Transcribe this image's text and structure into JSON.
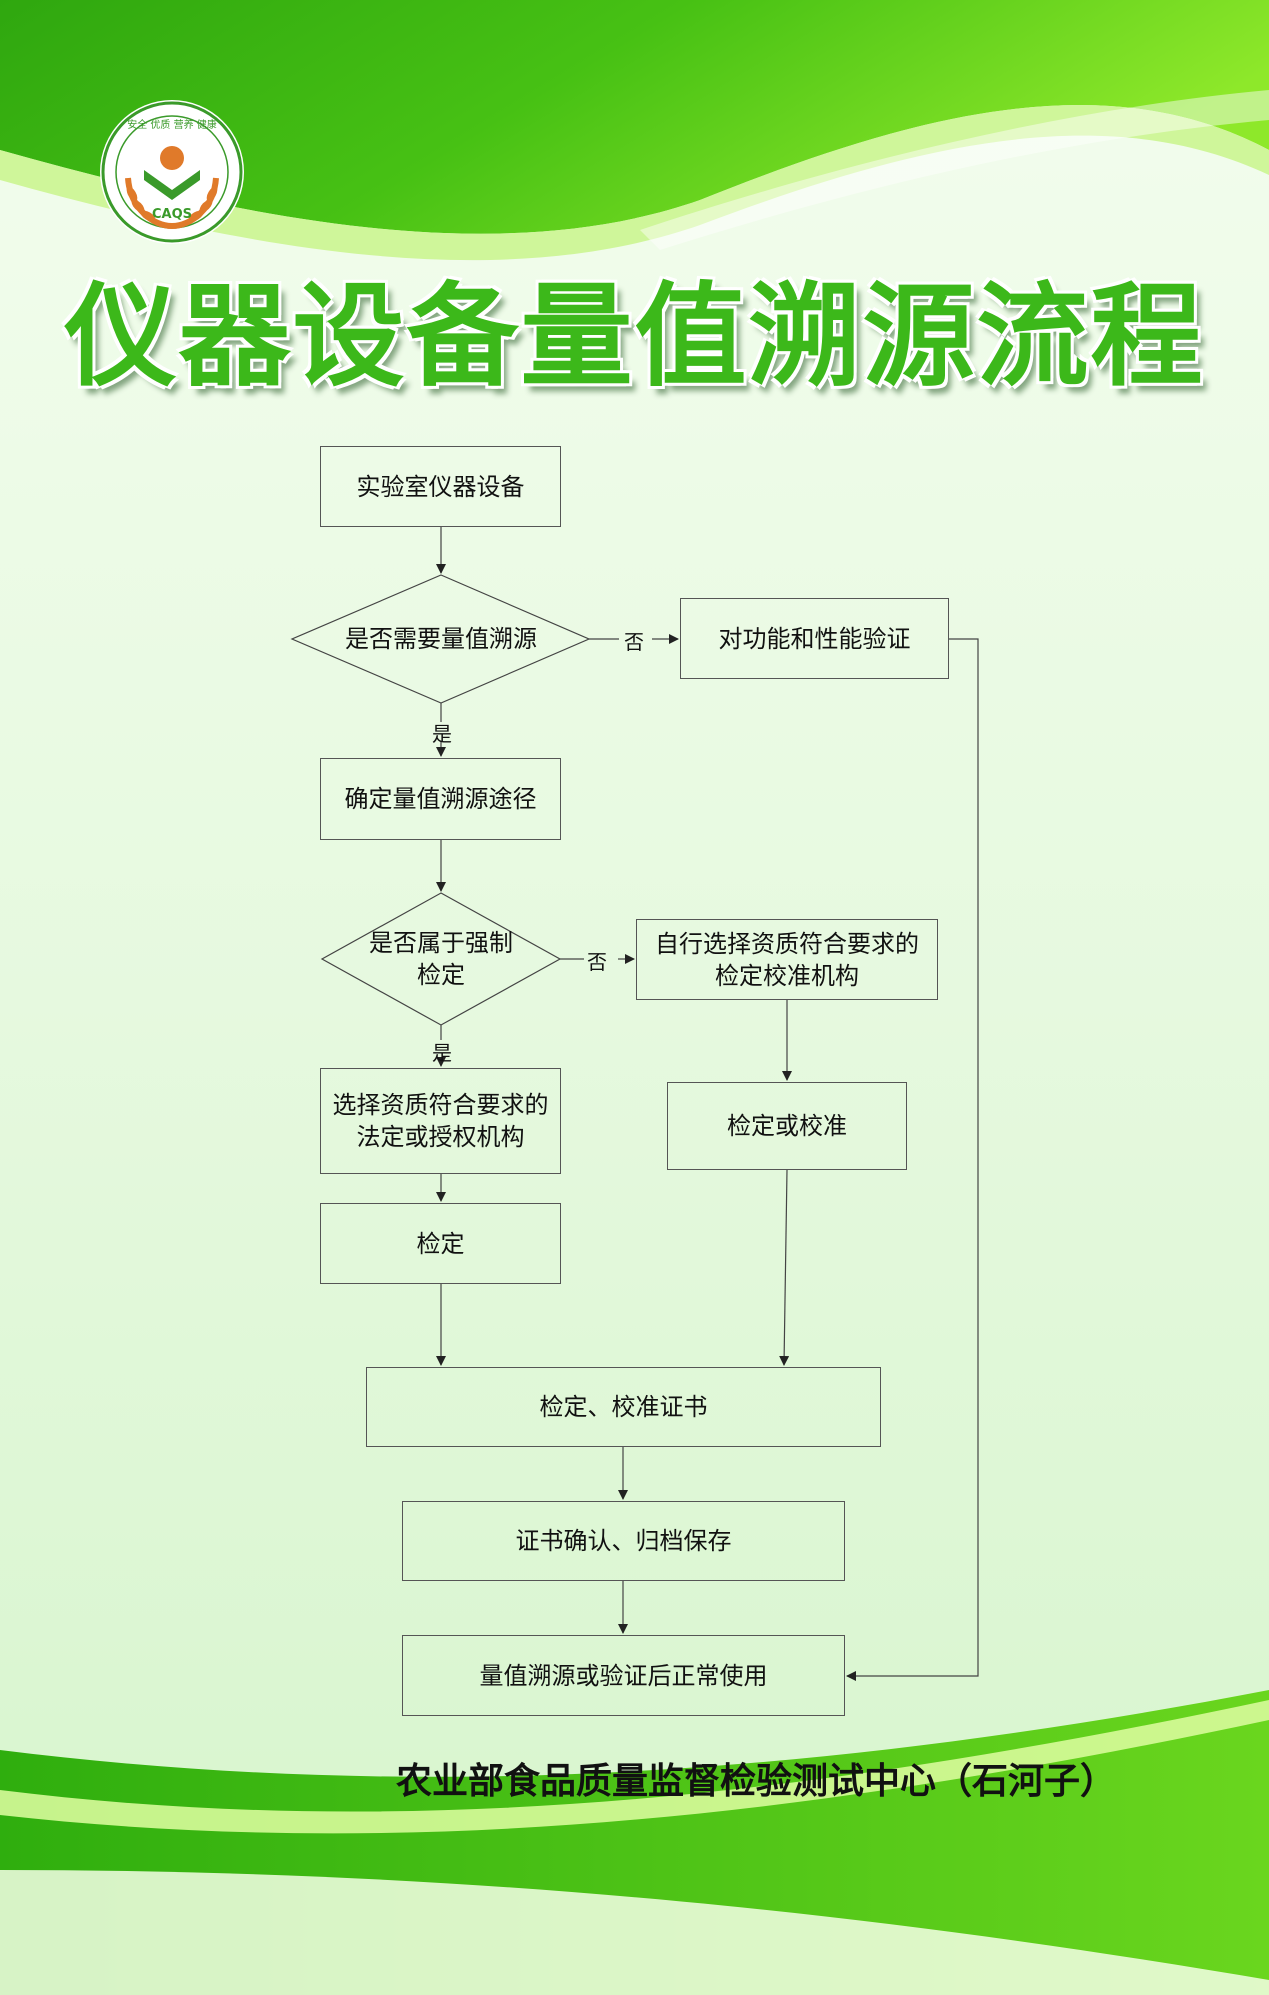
{
  "title": "仪器设备量值溯源流程",
  "logo": {
    "ring_text": "安全 优质 营养 健康",
    "abbr": "CAQS"
  },
  "nodes": {
    "n1": "实验室仪器设备",
    "d1": "是否需要量值溯源",
    "n2": "对功能和性能验证",
    "n3": "确定量值溯源途径",
    "d2": "是否属于强制检定",
    "n4": "自行选择资质符合要求的检定校准机构",
    "n5": "选择资质符合要求的法定或授权机构",
    "n6": "检定或校准",
    "n7": "检定",
    "n8": "检定、校准证书",
    "n9": "证书确认、归档保存",
    "n10": "量值溯源或验证后正常使用"
  },
  "edge_labels": {
    "no1": "否",
    "yes1": "是",
    "no2": "否",
    "yes2": "是"
  },
  "footer": "农业部食品质量监督检验测试中心（石河子）",
  "colors": {
    "green_dark": "#2aa30f",
    "green_light": "#b8f05a",
    "title_green": "#3cb81a",
    "panel": "#d8f5cf"
  }
}
